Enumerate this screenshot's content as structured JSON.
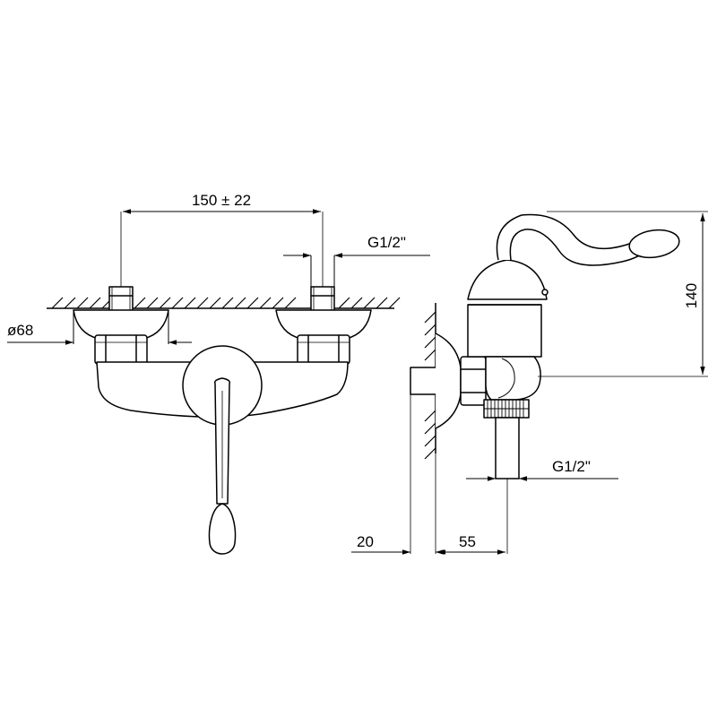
{
  "front_view": {
    "dim_centers": "150 ± 22",
    "dim_thread": "G1/2\"",
    "dim_flange_diameter": "ø68"
  },
  "side_view": {
    "dim_height": "140",
    "dim_outlet_thread": "G1/2\"",
    "dim_wall_offset": "20",
    "dim_outlet_offset": "55"
  },
  "colors": {
    "line": "#000000",
    "background": "#ffffff"
  }
}
